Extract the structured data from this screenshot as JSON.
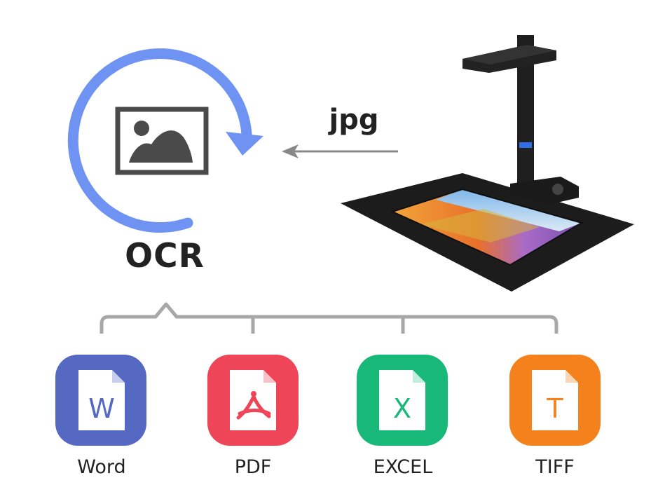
{
  "ocr": {
    "label": "OCR"
  },
  "source": {
    "format_label": "jpg"
  },
  "formats": [
    {
      "name": "Word",
      "letter": "W",
      "color": "#5569c2",
      "icon": "word-icon"
    },
    {
      "name": "PDF",
      "letter": "",
      "color": "#ef4558",
      "icon": "pdf-icon"
    },
    {
      "name": "EXCEL",
      "letter": "X",
      "color": "#18b978",
      "icon": "excel-icon"
    },
    {
      "name": "TIFF",
      "letter": "T",
      "color": "#f4811c",
      "icon": "tiff-icon"
    }
  ],
  "colors": {
    "arrow_blue": "#6f93f2",
    "text": "#222222",
    "bracket_gray": "#a8a8a8",
    "scanner": "#1f1f1f"
  }
}
